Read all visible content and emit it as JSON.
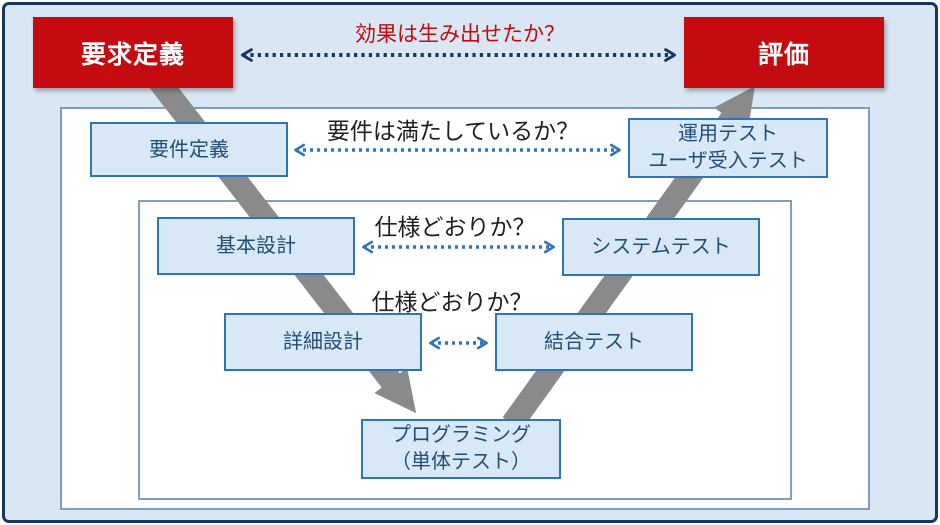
{
  "diagram": {
    "type": "v-model-process-diagram",
    "questions": {
      "effect": "効果は生み出せたか？",
      "requirements_met": "要件は満たしているか？",
      "spec_upper": "仕様どおりか？",
      "spec_lower": "仕様どおりか？"
    },
    "nodes": {
      "requirements": "要求定義",
      "evaluation": "評価",
      "requirement_def": "要件定義",
      "ops_test": {
        "line1": "運用テスト",
        "line2": "ユーザ受入テスト"
      },
      "basic_design": "基本設計",
      "system_test": "システムテスト",
      "detail_design": "詳細設計",
      "integration_test": "結合テスト",
      "programming": {
        "line1": "プログラミング",
        "line2": "（単体テスト）"
      }
    }
  },
  "colors": {
    "red": "#c40b10",
    "navy_arrow": "#17375e",
    "blue_arrow": "#2e75b6",
    "gray_arrow": "#8a8a8a",
    "box_fill": "#d9e8f6",
    "box_border": "#2e75b6",
    "box_text": "#1f4e79",
    "background": "#d9e6f3",
    "frame_border": "#17375e",
    "container_border": "#7d9ec0",
    "question_text": "#1f1f1f"
  }
}
